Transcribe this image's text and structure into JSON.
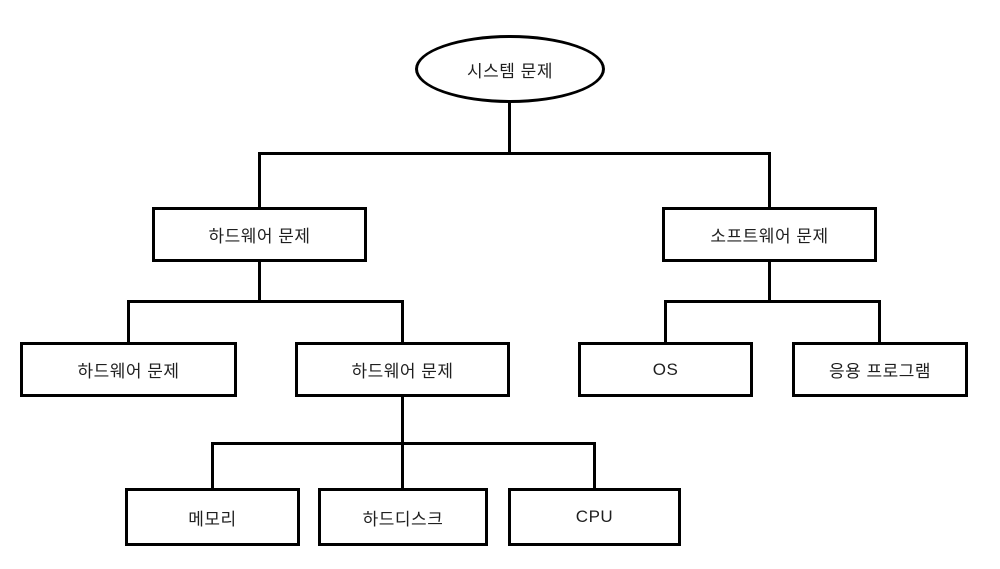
{
  "meta": {
    "background_color": "#ffffff",
    "line_color": "#000000",
    "text_color": "#1f1f1f"
  },
  "diagram": {
    "type": "tree",
    "nodes": {
      "root": {
        "label": "시스템 문제",
        "shape": "ellipse"
      },
      "hardware": {
        "label": "하드웨어 문제",
        "shape": "rect",
        "parent": "root"
      },
      "software": {
        "label": "소프트웨어 문제",
        "shape": "rect",
        "parent": "root"
      },
      "hardware_child_1": {
        "label": "하드웨어 문제",
        "shape": "rect",
        "parent": "hardware"
      },
      "hardware_child_2": {
        "label": "하드웨어 문제",
        "shape": "rect",
        "parent": "hardware"
      },
      "os": {
        "label": "OS",
        "shape": "rect",
        "parent": "software"
      },
      "application": {
        "label": "응용 프로그램",
        "shape": "rect",
        "parent": "software"
      },
      "memory": {
        "label": "메모리",
        "shape": "rect",
        "parent": "hardware_child_2"
      },
      "hard_disk": {
        "label": "하드디스크",
        "shape": "rect",
        "parent": "hardware_child_2"
      },
      "cpu": {
        "label": "CPU",
        "shape": "rect",
        "parent": "hardware_child_2"
      }
    }
  }
}
